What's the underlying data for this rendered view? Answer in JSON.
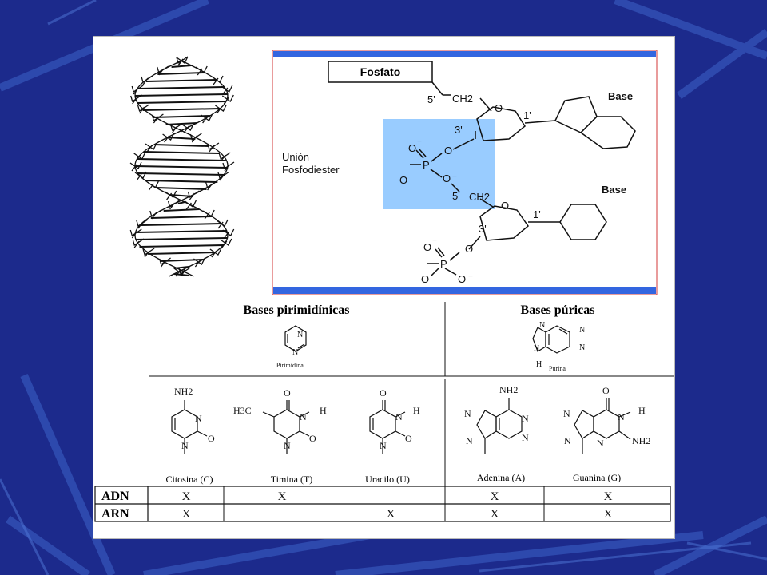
{
  "colors": {
    "background": "#1c2a8c",
    "stripe": "#3d63c8",
    "highlight": "#99ccff",
    "inset_bar": "#3366e0",
    "inset_border": "#d33a3a"
  },
  "nucleotide": {
    "fosfato": "Fosfato",
    "union_line1": "Unión",
    "union_line2": "Fosfodiester",
    "base_top": "Base",
    "base_bottom": "Base",
    "five_prime_top": "5'",
    "five_prime_bottom": "5'",
    "three_prime_top": "3'",
    "three_prime_bottom": "3'",
    "one_prime_top": "1'",
    "one_prime_bottom": "1'",
    "ch2_top": "CH2",
    "ch2_bottom": "CH2",
    "o": "O",
    "o_minus": "O",
    "p": "P",
    "minus": "−"
  },
  "bases": {
    "pyrimidine_header": "Bases pirimidínicas",
    "purine_header": "Bases púricas",
    "pirimidina": "Pirimidina",
    "purina": "Purina",
    "n": "N",
    "h": "H",
    "o": "O",
    "nh2": "NH2",
    "h3c": "H3C",
    "items": [
      {
        "name": "Citosina (C)"
      },
      {
        "name": "Timina (T)"
      },
      {
        "name": "Uracilo (U)"
      },
      {
        "name": "Adenina (A)"
      },
      {
        "name": "Guanina (G)"
      }
    ]
  },
  "table": {
    "rows": [
      {
        "label": "ADN",
        "marks": [
          "X",
          "X",
          "",
          "X",
          "X"
        ]
      },
      {
        "label": "ARN",
        "marks": [
          "X",
          "",
          "X",
          "X",
          "X"
        ]
      }
    ]
  }
}
